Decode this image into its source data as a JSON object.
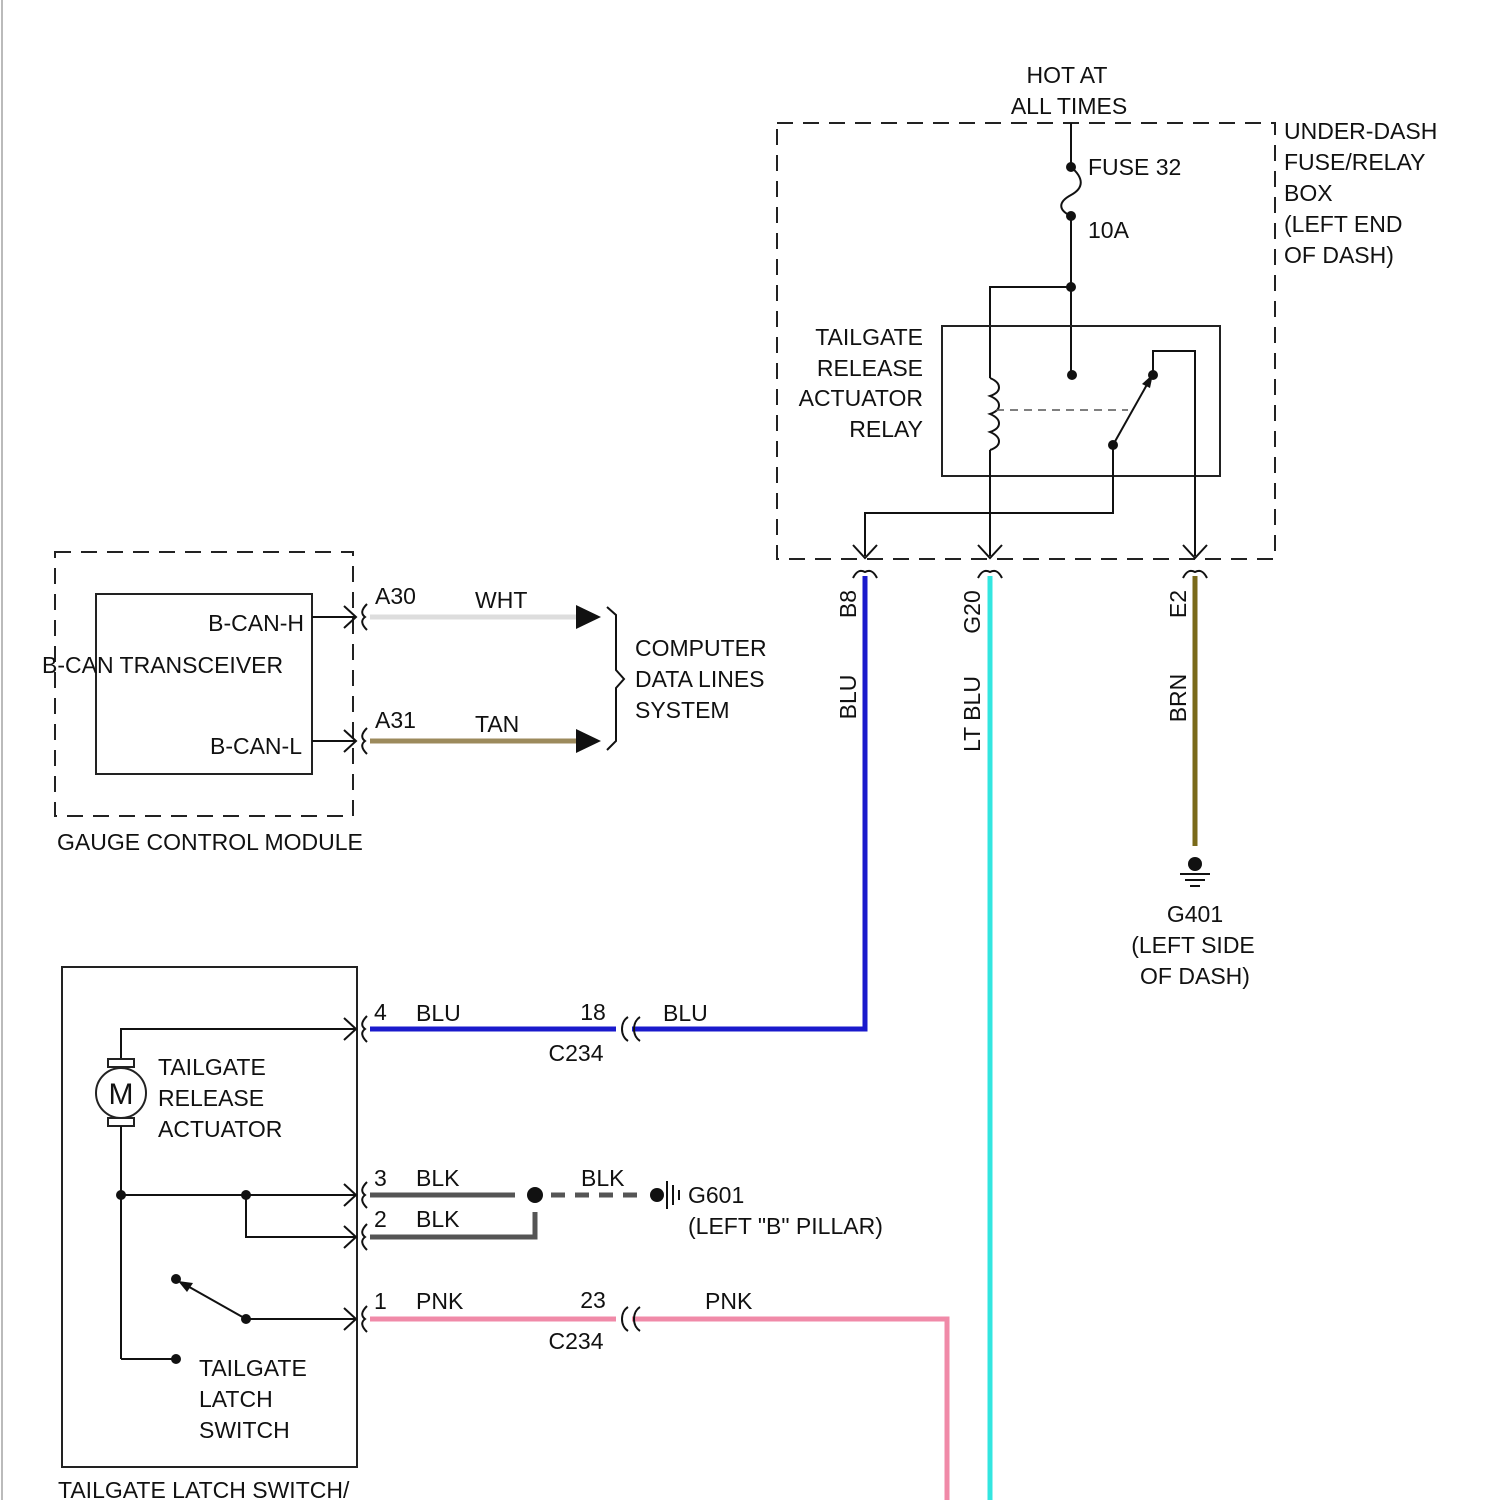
{
  "fuse_box": {
    "power_label_line1": "HOT AT",
    "power_label_line2": "ALL TIMES",
    "name_line1": "UNDER-DASH",
    "name_line2": "FUSE/RELAY",
    "name_line3": "BOX",
    "name_line4": "(LEFT END",
    "name_line5": "OF DASH)",
    "fuse_label": "FUSE 32",
    "fuse_rating": "10A",
    "relay_line1": "TAILGATE",
    "relay_line2": "RELEASE",
    "relay_line3": "ACTUATOR",
    "relay_line4": "RELAY",
    "pins": {
      "b8": "B8",
      "g20": "G20",
      "e2": "E2"
    }
  },
  "gauge_module": {
    "name": "GAUGE CONTROL MODULE",
    "transceiver": "B-CAN TRANSCEIVER",
    "can_h": "B-CAN-H",
    "can_l": "B-CAN-L",
    "pin_a30": "A30",
    "pin_a31": "A31"
  },
  "data_lines": {
    "line1": "COMPUTER",
    "line2": "DATA LINES",
    "line3": "SYSTEM"
  },
  "wire_colors": {
    "wht": "WHT",
    "tan": "TAN",
    "blu": "BLU",
    "lt_blu": "LT BLU",
    "brn": "BRN",
    "blk": "BLK",
    "pnk": "PNK"
  },
  "ground_g401": {
    "id": "G401",
    "loc_line1": "(LEFT SIDE",
    "loc_line2": "OF DASH)"
  },
  "ground_g601": {
    "id": "G601",
    "location": "(LEFT \"B\" PILLAR)"
  },
  "connector_c234": {
    "name": "C234",
    "pin_blu": "18",
    "pin_pnk": "23"
  },
  "latch_assembly": {
    "name": "TAILGATE LATCH SWITCH/",
    "motor_symbol": "M",
    "actuator_line1": "TAILGATE",
    "actuator_line2": "RELEASE",
    "actuator_line3": "ACTUATOR",
    "switch_line1": "TAILGATE",
    "switch_line2": "LATCH",
    "switch_line3": "SWITCH",
    "pins": {
      "p1": "1",
      "p2": "2",
      "p3": "3",
      "p4": "4"
    }
  },
  "colors": {
    "blu": "#1a1acc",
    "lt_blu": "#33e6e0",
    "brn": "#7a6a1a",
    "wht": "#dddddd",
    "tan": "#9c8a5c",
    "blk": "#555555",
    "pnk": "#f08aa8",
    "line": "#111111"
  }
}
